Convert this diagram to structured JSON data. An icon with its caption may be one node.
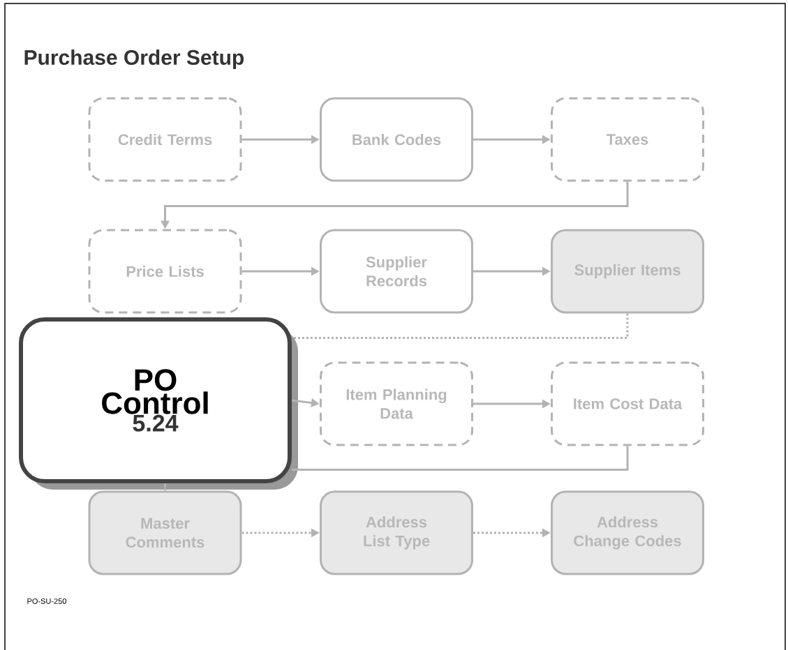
{
  "diagram": {
    "title": "Purchase Order Setup",
    "nodes": [
      {
        "text": [
          "Credit Terms"
        ]
      },
      {
        "text": [
          "Bank Codes"
        ]
      },
      {
        "text": [
          "Taxes"
        ]
      },
      {
        "text": [
          "Price Lists"
        ]
      },
      {
        "text": [
          "Supplier Records"
        ]
      },
      {
        "text": [
          "Supplier Items"
        ]
      },
      {
        "text": [
          "PO Control",
          "5.24"
        ]
      },
      {
        "text": [
          "Item Planning Data"
        ]
      },
      {
        "text": [
          "Item Cost Data"
        ]
      },
      {
        "text": [
          "Master Comments"
        ]
      },
      {
        "text": [
          "Address List Type"
        ]
      },
      {
        "text": [
          "Address Change Codes"
        ]
      }
    ],
    "edges": [
      {
        "from": 0,
        "to": 1,
        "arrow": "to"
      },
      {
        "from": 1,
        "to": 2,
        "arrow": "to"
      },
      {
        "from": 2,
        "to": 3,
        "arrow": "to"
      },
      {
        "from": 3,
        "to": 4,
        "arrow": "to"
      },
      {
        "from": 4,
        "to": 5,
        "arrow": "to"
      },
      {
        "from": 5,
        "to": 6,
        "arrow": "none",
        "style": "dashed"
      },
      {
        "from": 6,
        "to": 7,
        "arrow": "to"
      },
      {
        "from": 7,
        "to": 8,
        "arrow": "to"
      },
      {
        "from": 8,
        "to": 6,
        "arrow": "none"
      },
      {
        "from": 6,
        "to": 9,
        "arrow": "none"
      },
      {
        "from": 9,
        "to": 10,
        "arrow": "to",
        "style": "dashed"
      },
      {
        "from": 10,
        "to": 11,
        "arrow": "to",
        "style": "dashed"
      }
    ],
    "labels": [
      "PO-SU-250"
    ]
  }
}
